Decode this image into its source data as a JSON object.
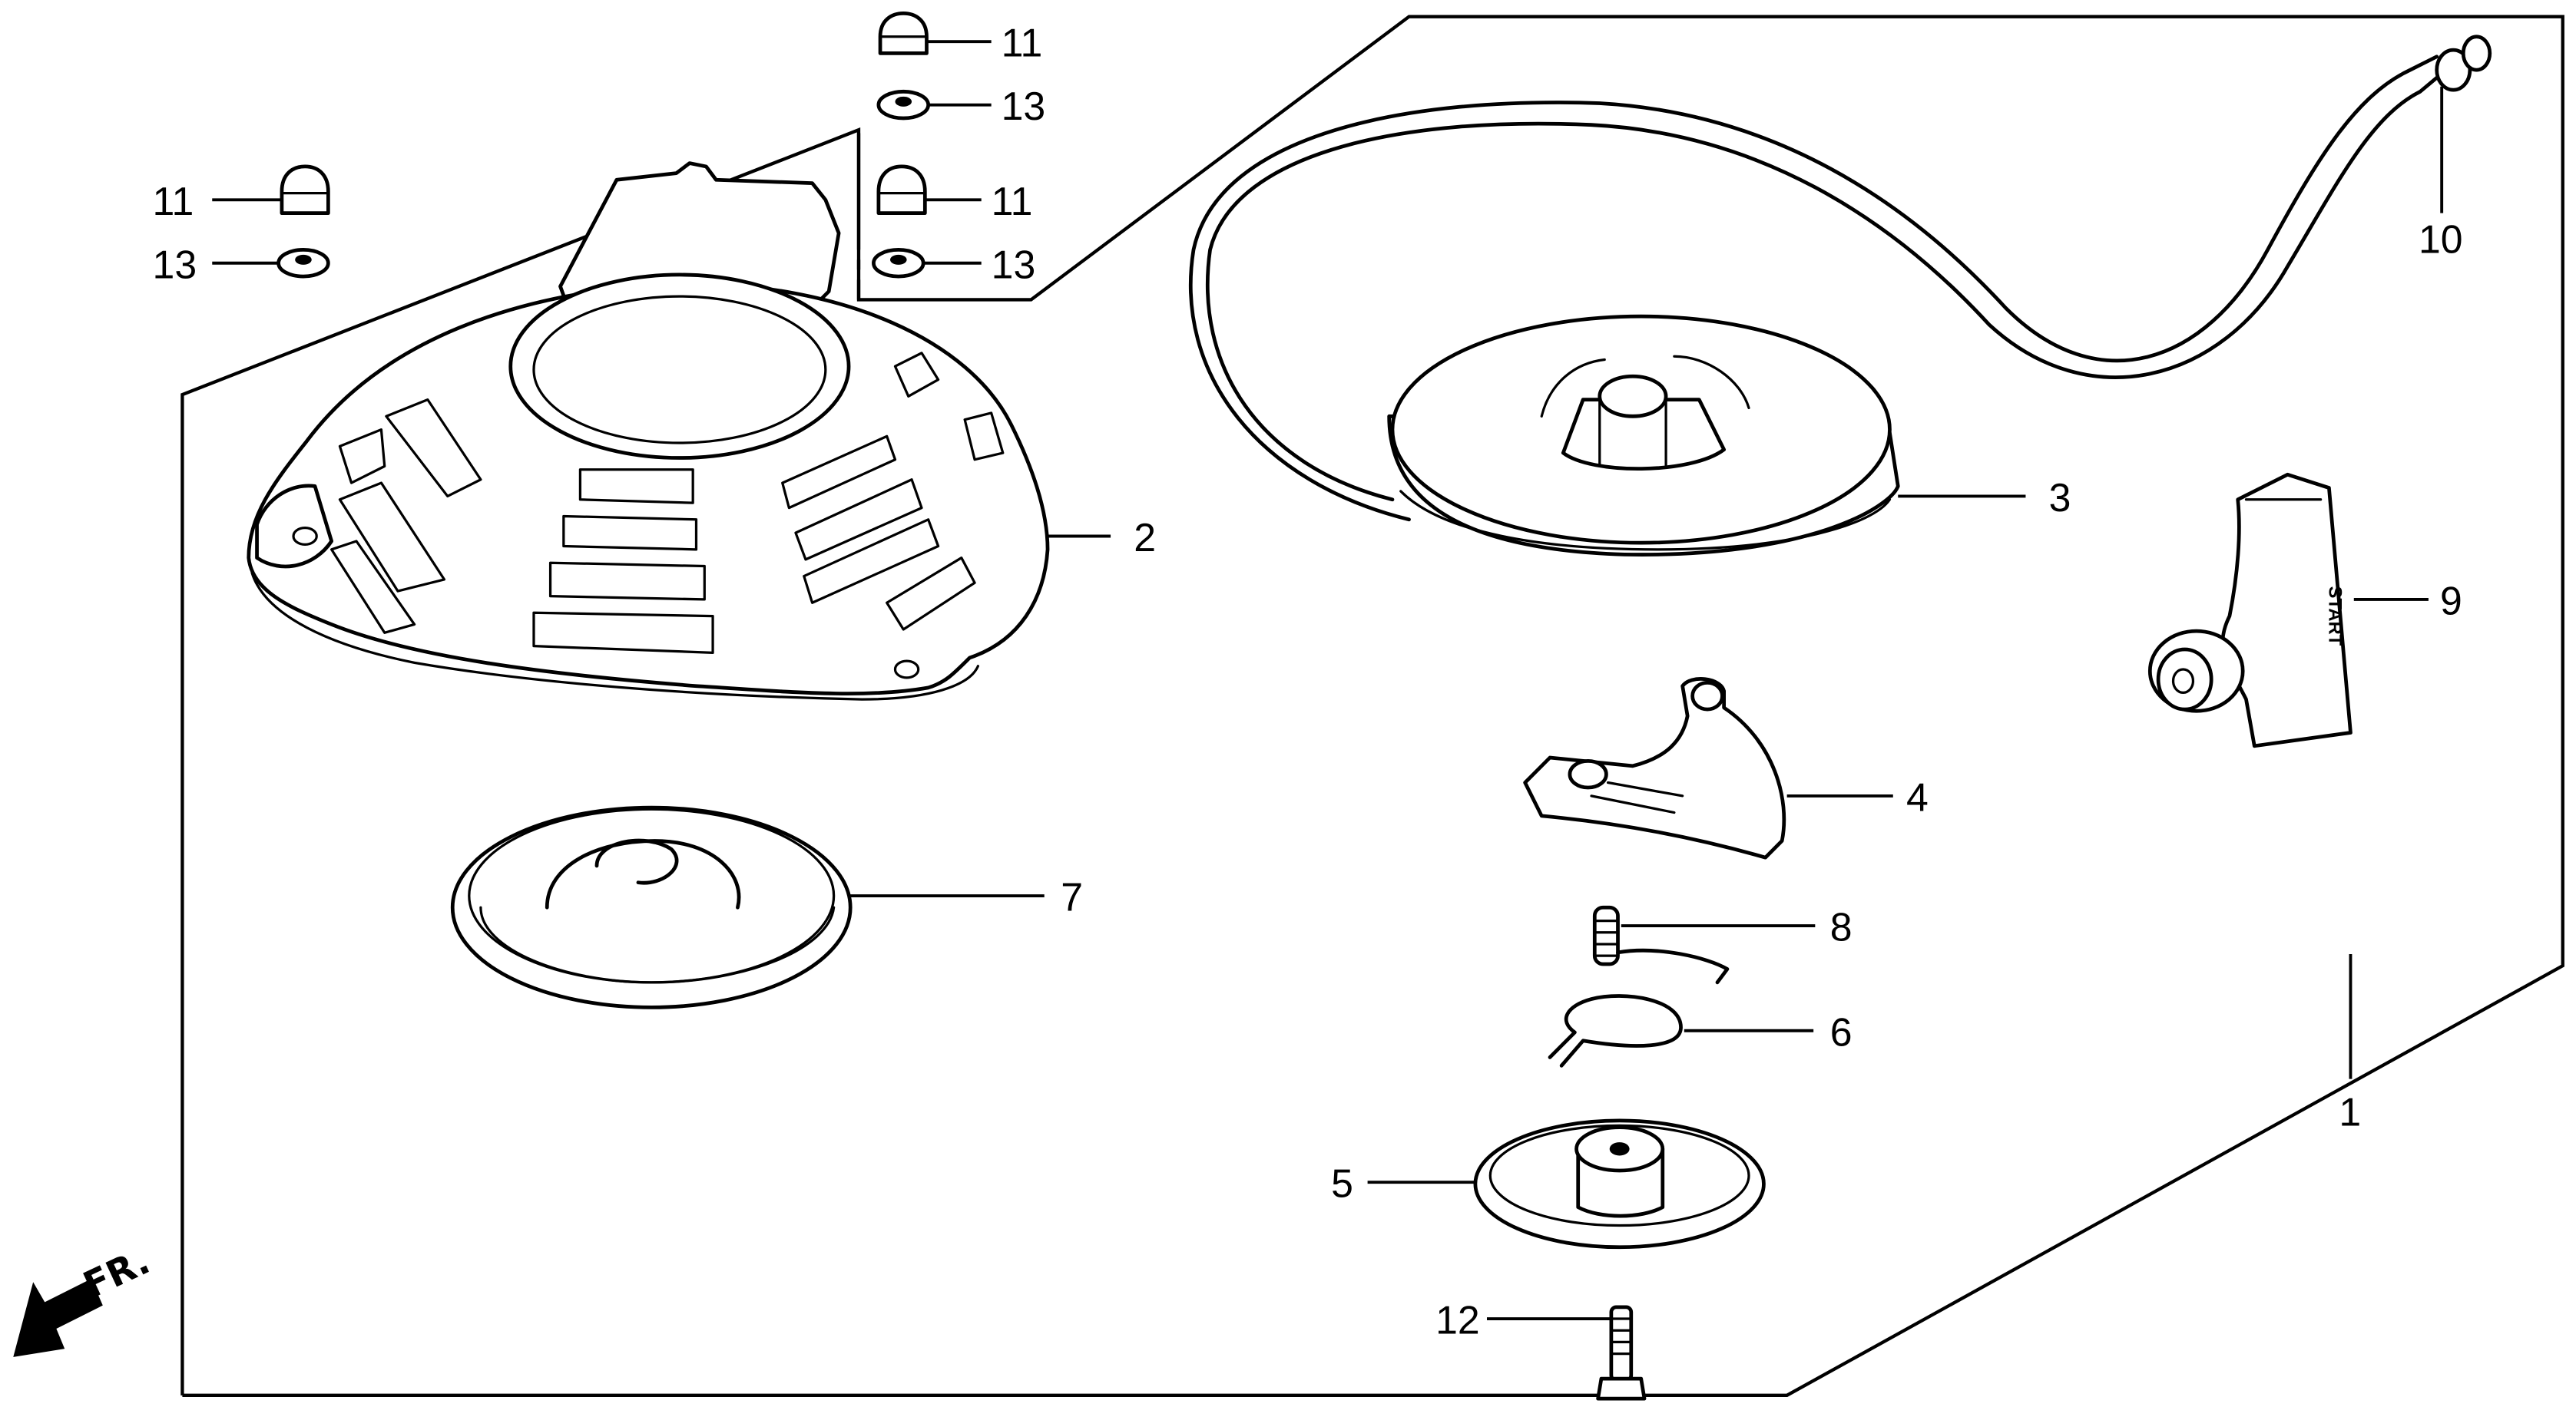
{
  "diagram": {
    "title": "Recoil starter exploded parts diagram",
    "direction_marker": {
      "label": "FR.",
      "icon": "front-direction-arrow-icon"
    },
    "grip_marking": "START",
    "callouts": [
      {
        "ref": "1",
        "part": "recoil-starter-assembly"
      },
      {
        "ref": "2",
        "part": "starter-case"
      },
      {
        "ref": "3",
        "part": "starter-reel"
      },
      {
        "ref": "4",
        "part": "ratchet"
      },
      {
        "ref": "5",
        "part": "friction-plate"
      },
      {
        "ref": "6",
        "part": "friction-spring"
      },
      {
        "ref": "7",
        "part": "recoil-spring"
      },
      {
        "ref": "8",
        "part": "ratchet-spring"
      },
      {
        "ref": "9",
        "part": "starter-grip"
      },
      {
        "ref": "10",
        "part": "starter-rope"
      },
      {
        "ref": "11",
        "part": "cap-nut-top"
      },
      {
        "ref": "13",
        "part": "washer-top"
      },
      {
        "ref": "11",
        "part": "cap-nut-left"
      },
      {
        "ref": "13",
        "part": "washer-left"
      },
      {
        "ref": "11",
        "part": "cap-nut-right"
      },
      {
        "ref": "13",
        "part": "washer-right"
      },
      {
        "ref": "12",
        "part": "flange-bolt"
      }
    ]
  }
}
